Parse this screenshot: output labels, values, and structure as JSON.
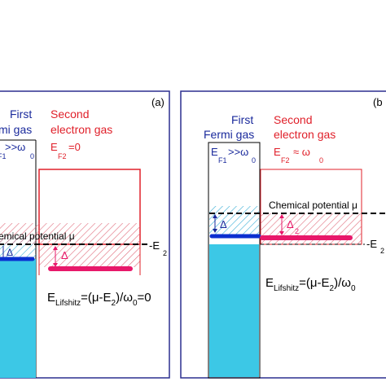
{
  "colors": {
    "frame": "#2b2f8f",
    "blue_text": "#1a2a9c",
    "red": "#e0202a",
    "cyan": "#3cc8e6",
    "blue_level": "#0b2fd0",
    "magenta_level": "#e8186a",
    "hatch_red": "#e06a7a",
    "hatch_cyan": "#3aaed6",
    "black": "#000000"
  },
  "panel_a": {
    "label": "(a)",
    "first_gas_line1": "First",
    "first_gas_line2": "mi gas",
    "fermi_relation_main": ">>ω",
    "fermi_relation_sub1": "F1",
    "fermi_relation_sub2": "0",
    "second_gas_line1": "Second",
    "second_gas_line2": "electron gas",
    "ef2_main": "E",
    "ef2_sub": "F2",
    "ef2_value": "=0",
    "chem_potential": "emical potential μ",
    "delta1": "Δ",
    "delta2": "Δ",
    "e2_label": "E",
    "e2_sub": "2",
    "lifshitz_main": "E",
    "lifshitz_sub": "Lifshitz",
    "lifshitz_formula": "=(μ-E",
    "lifshitz_sub2": "2",
    "lifshitz_formula_end": ")/ω",
    "lifshitz_sub3": "0",
    "lifshitz_value": "=0"
  },
  "panel_b": {
    "label": "(b",
    "first_gas_line1": "First",
    "first_gas_line2": "Fermi gas",
    "ef1_main": "E",
    "ef1_sub": "F1",
    "ef1_relation": ">>ω",
    "ef1_sub2": "0",
    "second_gas_line1": "Second",
    "second_gas_line2": "electron gas",
    "ef2_main": "E",
    "ef2_sub": "F2",
    "ef2_relation": "≈ ω",
    "ef2_sub2": "0",
    "chem_potential": "Chemical potential μ",
    "delta1": "Δ",
    "delta2": "Δ",
    "delta2_sub": "2",
    "e2_label": "E",
    "e2_sub": "2",
    "lifshitz_main": "E",
    "lifshitz_sub": "Lifshitz",
    "lifshitz_formula": "=(μ-E",
    "lifshitz_sub2": "2",
    "lifshitz_formula_end": ")/ω",
    "lifshitz_sub3": "0"
  }
}
